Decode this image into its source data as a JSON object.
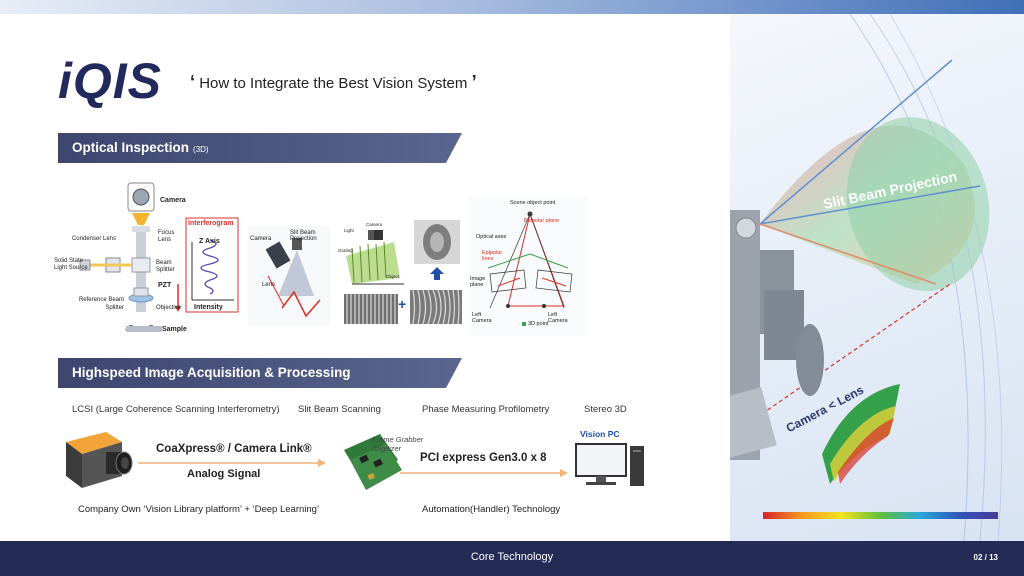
{
  "header": {
    "logo": "iQIS",
    "subtitle_open": "‘",
    "subtitle": "How to Integrate the Best Vision System",
    "subtitle_close": "’"
  },
  "section1": {
    "title": "Optical Inspection",
    "title_small": "(3D)",
    "lcsi_fig": {
      "camera": "Camera",
      "interferogram": "Interferogram",
      "focus_lens": "Focus Lens",
      "z_axis": "Z Axis",
      "condenser_lens": "Condenser Lens",
      "light_source": "Solid State Light Source",
      "beam_splitter": "Beam Splitter",
      "pzt": "PZT",
      "reference_beam_splitter": "Reference Beam Splitter",
      "objective": "Objective",
      "intensity": "Intensity",
      "sample": "Sample"
    },
    "slit_fig": {
      "camera": "Camera",
      "slit_beam_projection": "Slit Beam Projection",
      "lens": "Lens"
    },
    "pmp_fig": {
      "light": "Light",
      "camera": "Camera",
      "grating": "Grating",
      "object": "Object",
      "plus": "+"
    },
    "stereo_fig": {
      "scene_point": "Scene object point",
      "epipolar_plane": "Epipolar plane",
      "optical_axes": "Optical axes",
      "epipolar_lines": "Epipolar lines",
      "image_plane": "Image plane",
      "left_camera": "Left Camera",
      "left_camera2": "Left Camera",
      "point3d": "3D point"
    }
  },
  "section2": {
    "title": "Highspeed Image Acquisition & Processing",
    "techs": [
      "LCSI (Large Coherence Scanning Interferometry)",
      "Slit Beam Scanning",
      "Phase Measuring Profilometry",
      "Stereo 3D"
    ],
    "interfaces": "CoaXpress®  /  Camera Link®",
    "analog": "Analog Signal",
    "frame_grabber": "Frame Grabber /Digitizer",
    "pci": "PCI express Gen3.0 x 8",
    "vision_pc": "Vision PC",
    "note_left": "Company Own ‘Vision Library platform’ + ‘Deep Learning’",
    "note_right": "Automation(Handler) Technology"
  },
  "right_panel": {
    "slit_beam_projection": "Slit Beam Projection",
    "camera_lens": "Camera < Lens"
  },
  "footer": {
    "center": "Core Technology",
    "page": "02 / 13"
  },
  "colors": {
    "navy": "#242b55",
    "banner": "#3c466e",
    "accent_red": "#d9302a",
    "vision_pc_blue": "#1f4fa8"
  }
}
